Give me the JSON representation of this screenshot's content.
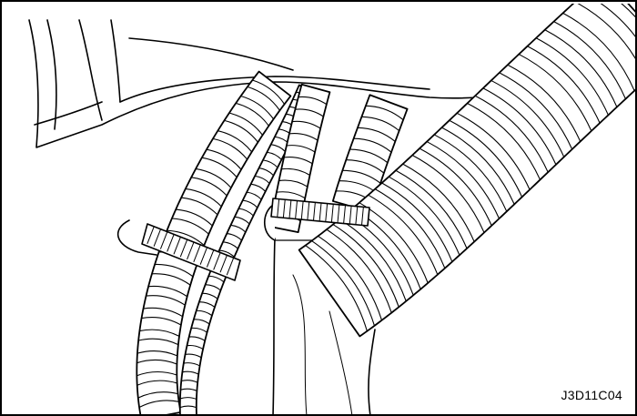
{
  "figure": {
    "code": "J3D11C04",
    "line_color": "#000000",
    "background": "#ffffff"
  },
  "parts": [
    {
      "name": "air-duct",
      "icon": "smooth-duct-shape"
    },
    {
      "name": "left-corrugated-hose",
      "icon": "corrugated-hose"
    },
    {
      "name": "middle-thin-hose",
      "icon": "corrugated-hose"
    },
    {
      "name": "center-short-hose",
      "icon": "corrugated-hose"
    },
    {
      "name": "right-large-corrugated-hose",
      "icon": "corrugated-hose"
    },
    {
      "name": "left-hose-clamp",
      "icon": "band-clamp"
    },
    {
      "name": "center-hose-clamp",
      "icon": "band-clamp"
    },
    {
      "name": "lower-pipe",
      "icon": "smooth-pipe"
    }
  ]
}
